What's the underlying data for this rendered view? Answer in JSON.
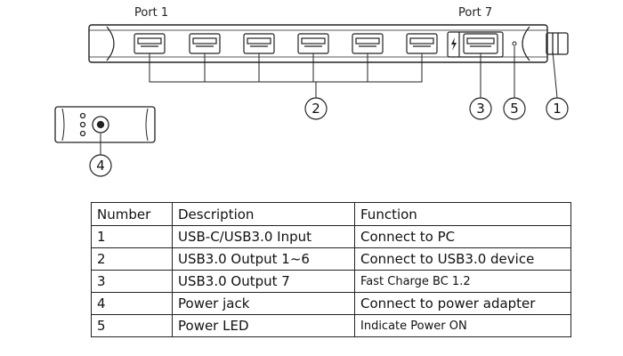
{
  "labels": {
    "port_first": "Port 1",
    "port_last": "Port 7"
  },
  "callouts": [
    "1",
    "2",
    "3",
    "4",
    "5"
  ],
  "table": {
    "headers": [
      "Number",
      "Description",
      "Function"
    ],
    "rows": [
      {
        "number": "1",
        "description": "USB-C/USB3.0 Input",
        "function": "Connect to PC"
      },
      {
        "number": "2",
        "description": "USB3.0 Output  1~6",
        "function": "Connect to USB3.0 device"
      },
      {
        "number": "3",
        "description": "USB3.0 Output  7",
        "function": "Fast Charge BC 1.2"
      },
      {
        "number": "4",
        "description": "Power jack",
        "function": "Connect to power adapter"
      },
      {
        "number": "5",
        "description": "Power  LED",
        "function": "Indicate Power ON"
      }
    ]
  },
  "colors": {
    "line": "#222222",
    "background": "#ffffff"
  }
}
